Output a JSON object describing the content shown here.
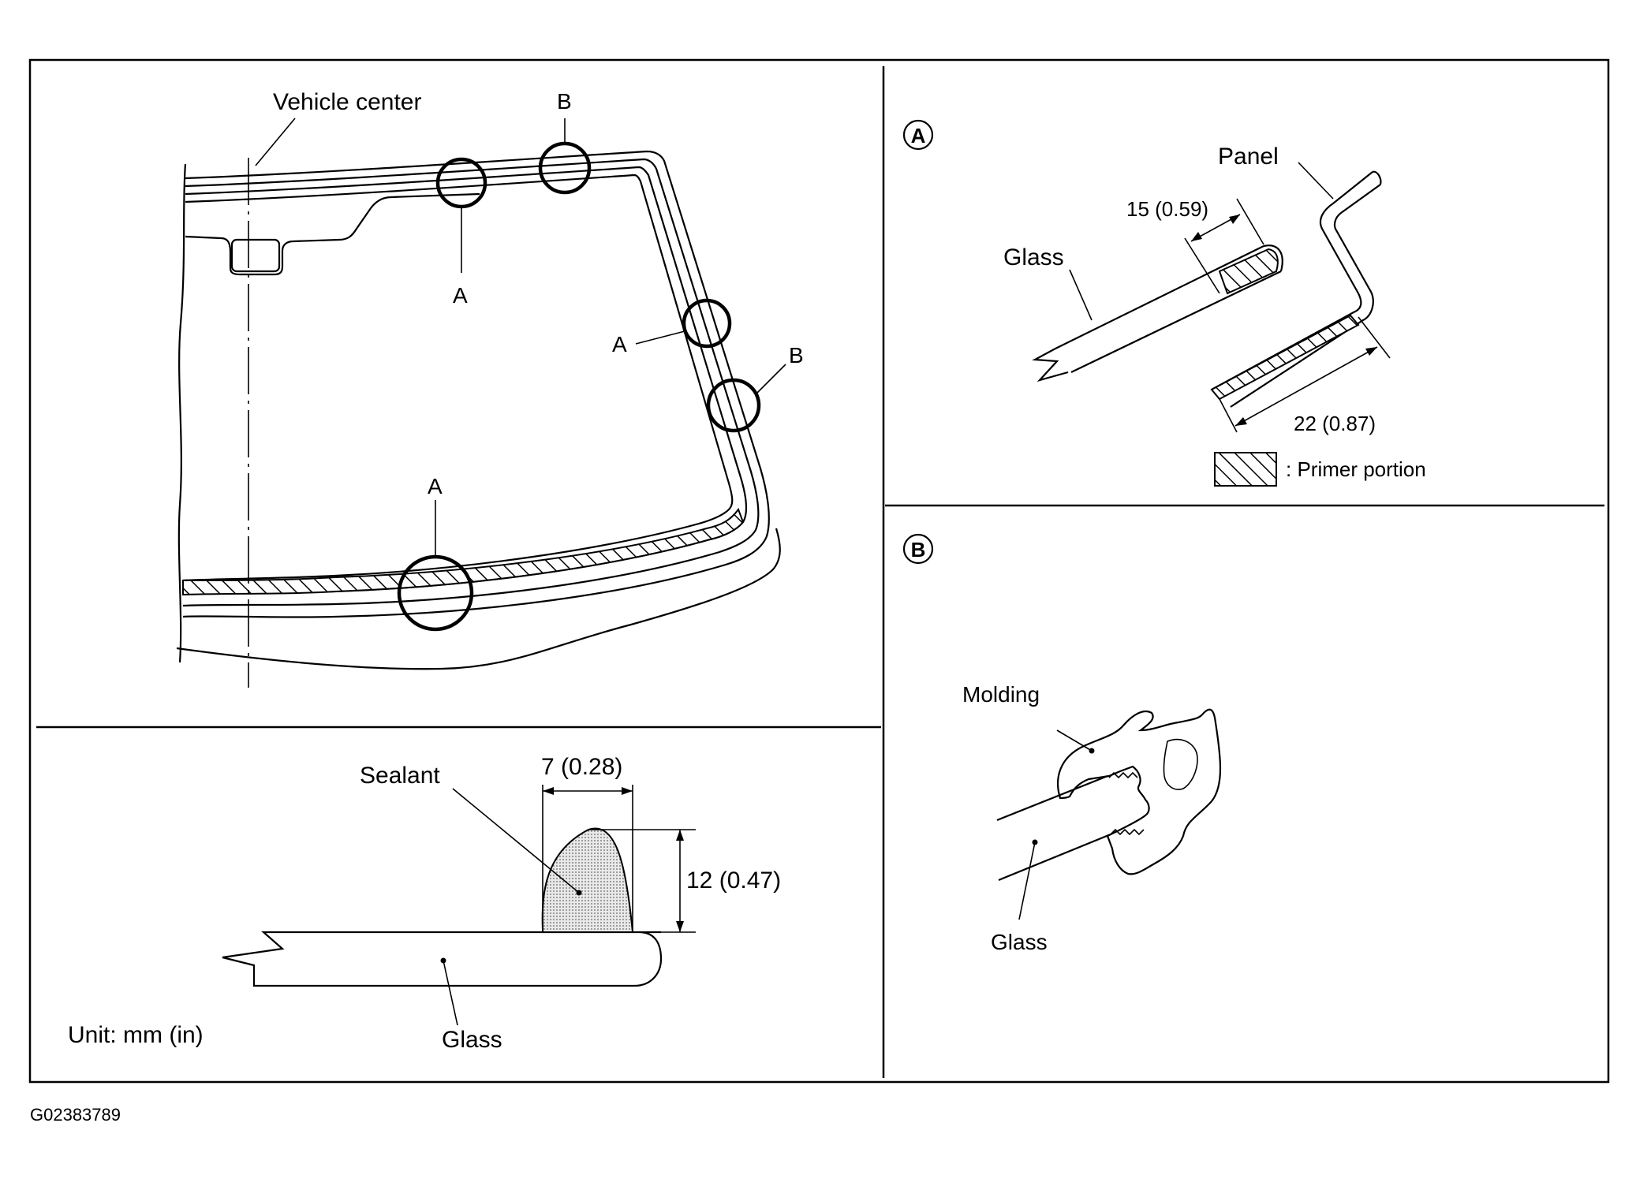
{
  "main_view": {
    "vehicle_center_label": "Vehicle center",
    "detail_a_marker": "A",
    "detail_b_marker": "B"
  },
  "sealant_section": {
    "sealant_label": "Sealant",
    "width_dim": "7 (0.28)",
    "height_dim": "12 (0.47)",
    "glass_label": "Glass",
    "unit_label": "Unit: mm (in)"
  },
  "detail_a": {
    "badge": "A",
    "panel_label": "Panel",
    "glass_label": "Glass",
    "glass_primer_dim": "15 (0.59)",
    "panel_primer_dim": "22 (0.87)",
    "legend_text": ": Primer portion"
  },
  "detail_b": {
    "badge": "B",
    "molding_label": "Molding",
    "glass_label": "Glass"
  },
  "figure_id": "G02383789"
}
